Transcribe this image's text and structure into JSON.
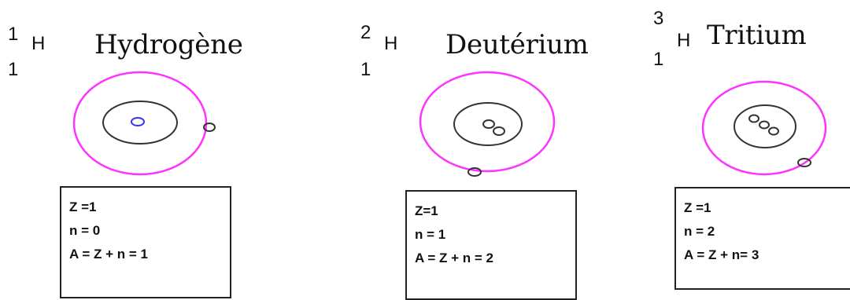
{
  "isotopes": [
    {
      "mass": "1",
      "atomic": "1",
      "symbol": "H",
      "name": "Hydrogène",
      "z": "Z =1",
      "n": "n = 0",
      "a": "A = Z + n = 1"
    },
    {
      "mass": "2",
      "atomic": "1",
      "symbol": "H",
      "name": "Deutérium",
      "z": "Z=1",
      "n": "n = 1",
      "a": "A = Z + n = 2"
    },
    {
      "mass": "3",
      "atomic": "1",
      "symbol": "H",
      "name": "Tritium",
      "z": "Z =1",
      "n": "n = 2",
      "a": "A = Z + n= 3"
    }
  ],
  "colors": {
    "electron_orbit": "#ff33ff",
    "proton": "#3333ff",
    "outline": "#333333"
  }
}
